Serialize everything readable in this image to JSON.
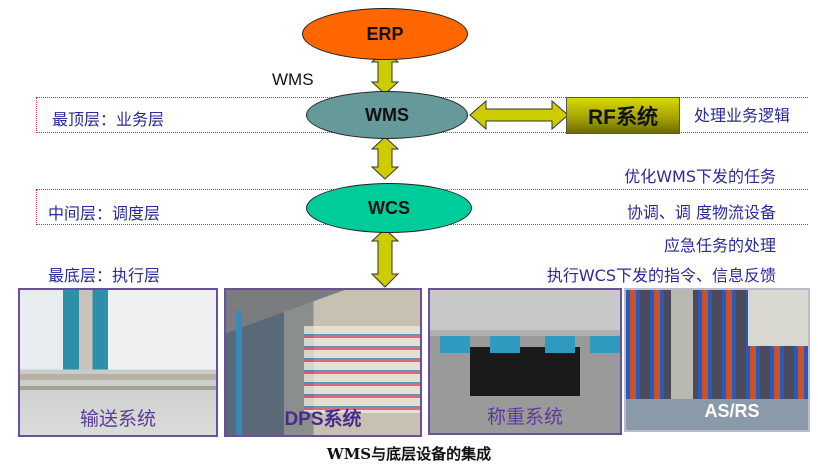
{
  "nodes": {
    "erp": {
      "label": "ERP",
      "color": "#ff6600"
    },
    "wms": {
      "label": "WMS",
      "color": "#669999"
    },
    "wcs": {
      "label": "WCS",
      "color": "#00cc99"
    },
    "rf": {
      "label": "RF系统",
      "color": "#b3b300"
    }
  },
  "wms_caption": "WMS",
  "layers": {
    "top": {
      "label": "最顶层：业务层",
      "description": "处理业务逻辑"
    },
    "middle": {
      "label": "中间层：调度层",
      "descriptions": [
        "优化WMS下发的任务",
        "协调、调 度物流设备",
        "应急任务的处理"
      ]
    },
    "bottom": {
      "label": "最底层：执行层",
      "description": "执行WCS下发的指令、信息反馈"
    }
  },
  "photos": [
    {
      "label": "输送系统",
      "label_color": "#5b3a9e"
    },
    {
      "label": "DPS系统",
      "label_color": "#4a2a8e"
    },
    {
      "label": "称重系统",
      "label_color": "#5b3a9e"
    },
    {
      "label": "AS/RS",
      "label_color": "#ffffff"
    }
  ],
  "caption": "WMS与底层设备的集成",
  "colors": {
    "arrow": "#cccc00",
    "dotted_border": "#e0303a",
    "text_blue": "#2a2a9a"
  }
}
